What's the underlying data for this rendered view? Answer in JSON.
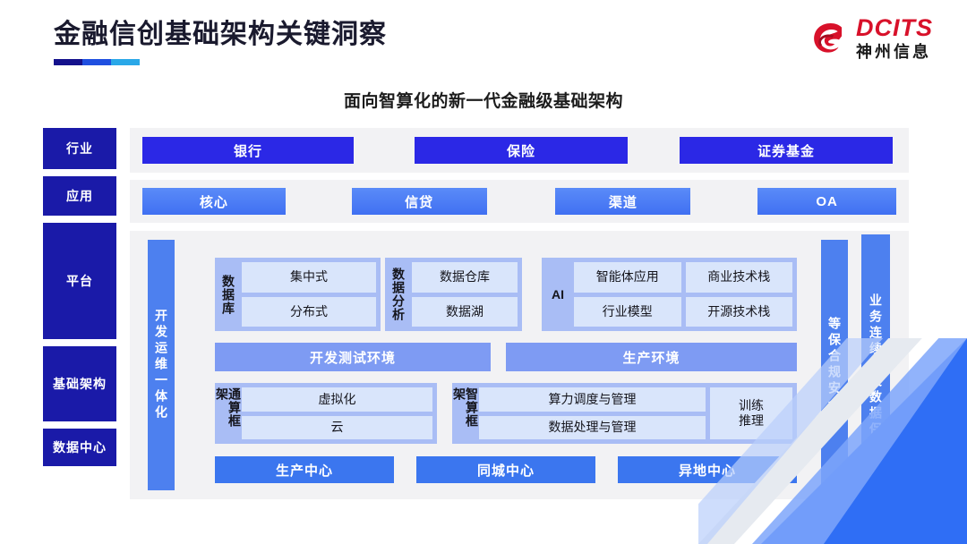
{
  "header": {
    "title": "金融信创基础架构关键洞察",
    "rule_colors": [
      "#14118c",
      "#1f4fe0",
      "#2aa8e8"
    ],
    "logo": {
      "en": "DCITS",
      "cn": "神州信息",
      "mark": "dcits-swoosh-icon",
      "color": "#d8112a"
    }
  },
  "subtitle": "面向智算化的新一代金融级基础架构",
  "rail": {
    "items": [
      {
        "label": "行业"
      },
      {
        "label": "应用"
      },
      {
        "label": "平台"
      },
      {
        "label": "基础架构"
      },
      {
        "label": "数据中心"
      }
    ]
  },
  "industry_row": {
    "chips": [
      "银行",
      "保险",
      "证券基金"
    ],
    "color": "#2b28e6"
  },
  "application_row": {
    "chips": [
      "核心",
      "信贷",
      "渠道",
      "OA"
    ],
    "color": "#4070f2"
  },
  "side_pillars": {
    "left": "开发运维一体化",
    "right_inner": "等保合规安全",
    "right_outer": "业务连续性及数据保护",
    "color": "#4d80ef"
  },
  "platform": {
    "groups": [
      {
        "label": "数据库",
        "label_orientation": "vertical",
        "rows": [
          [
            "集中式"
          ],
          [
            "分布式"
          ]
        ]
      },
      {
        "label": "数据分析",
        "label_orientation": "vertical",
        "rows": [
          [
            "数据仓库"
          ],
          [
            "数据湖"
          ]
        ]
      },
      {
        "label": "AI",
        "label_orientation": "horizontal",
        "rows": [
          [
            "智能体应用",
            "商业技术栈"
          ],
          [
            "行业模型",
            "开源技术栈"
          ]
        ]
      }
    ],
    "env_bands": [
      "开发测试环境",
      "生产环境"
    ],
    "band_color": "#7e9bf3"
  },
  "infrastructure": {
    "groups": [
      {
        "label": "通算框架",
        "rows": [
          [
            "虚拟化"
          ],
          [
            "云"
          ]
        ],
        "side_cell": null
      },
      {
        "label": "智算框架",
        "rows": [
          [
            "算力调度与管理"
          ],
          [
            "数据处理与管理"
          ]
        ],
        "side_cell": "训练\n推理"
      }
    ]
  },
  "datacenter_row": {
    "chips": [
      "生产中心",
      "同城中心",
      "异地中心"
    ],
    "color": "#3b76ef"
  },
  "palette": {
    "rail_navy": "#1a1aa8",
    "panel_gray": "#f2f2f4",
    "group_blue": "#a9bdf5",
    "cell_blue": "#d9e5fb",
    "page_bg": "#ffffff"
  }
}
